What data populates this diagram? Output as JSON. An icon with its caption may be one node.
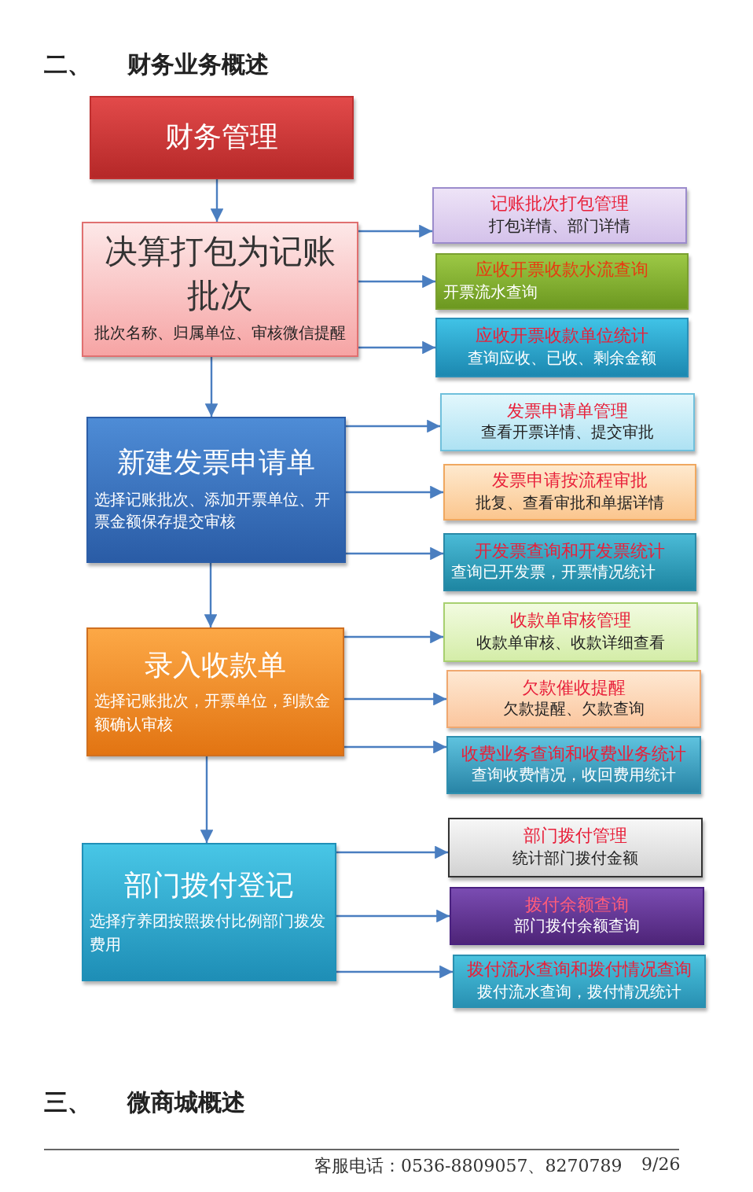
{
  "diagram": {
    "title": "二、 财务业务概述",
    "nodes": [
      {
        "text": [
          "财务管理"
        ]
      },
      {
        "text": [
          "决算打包为记账批次",
          "批次名称、归属单位、审核微信提醒"
        ]
      },
      {
        "text": [
          "记账批次打包管理",
          "打包详情、部门详情"
        ]
      },
      {
        "text": [
          "应收开票收款水流查询",
          "开票流水查询"
        ]
      },
      {
        "text": [
          "应收开票收款单位统计",
          "查询应收、已收、剩余金额"
        ]
      },
      {
        "text": [
          "新建发票申请单",
          "选择记账批次、添加开票单位、开票金额保存提交审核"
        ]
      },
      {
        "text": [
          "发票申请单管理",
          "查看开票详情、提交审批"
        ]
      },
      {
        "text": [
          "发票申请按流程审批",
          "批复、查看审批和单据详情"
        ]
      },
      {
        "text": [
          "开发票查询和开发票统计",
          "查询已开发票，开票情况统计"
        ]
      },
      {
        "text": [
          "录入收款单",
          "选择记账批次，开票单位，到款金额确认审核"
        ]
      },
      {
        "text": [
          "收款单审核管理",
          "收款单审核、收款详细查看"
        ]
      },
      {
        "text": [
          "欠款催收提醒",
          "欠款提醒、欠款查询"
        ]
      },
      {
        "text": [
          "收费业务查询和收费业务统计",
          "查询收费情况，收回费用统计"
        ]
      },
      {
        "text": [
          "部门拨付登记",
          "选择疗养团按照拨付比例部门拨发费用"
        ]
      },
      {
        "text": [
          "部门拨付管理",
          "统计部门拨付金额"
        ]
      },
      {
        "text": [
          "拨付余额查询",
          "部门拨付余额查询"
        ]
      },
      {
        "text": [
          "拨付流水查询和拨付情况查询",
          "拨付流水查询，拨付情况统计"
        ]
      }
    ],
    "edges": [
      {
        "from": 0,
        "to": 1,
        "arrow": "to"
      },
      {
        "from": 1,
        "to": 2,
        "arrow": "to"
      },
      {
        "from": 1,
        "to": 3,
        "arrow": "to"
      },
      {
        "from": 1,
        "to": 4,
        "arrow": "to"
      },
      {
        "from": 1,
        "to": 5,
        "arrow": "to"
      },
      {
        "from": 5,
        "to": 6,
        "arrow": "to"
      },
      {
        "from": 5,
        "to": 7,
        "arrow": "to"
      },
      {
        "from": 5,
        "to": 8,
        "arrow": "to"
      },
      {
        "from": 5,
        "to": 9,
        "arrow": "to"
      },
      {
        "from": 9,
        "to": 10,
        "arrow": "to"
      },
      {
        "from": 9,
        "to": 11,
        "arrow": "to"
      },
      {
        "from": 9,
        "to": 12,
        "arrow": "to"
      },
      {
        "from": 9,
        "to": 13,
        "arrow": "to"
      },
      {
        "from": 13,
        "to": 14,
        "arrow": "to"
      },
      {
        "from": 13,
        "to": 15,
        "arrow": "to"
      },
      {
        "from": 13,
        "to": 16,
        "arrow": "to"
      }
    ],
    "labels": [
      "三、 微商城概述",
      "客服电话：0536-8809057、8270789",
      "9/26"
    ]
  }
}
